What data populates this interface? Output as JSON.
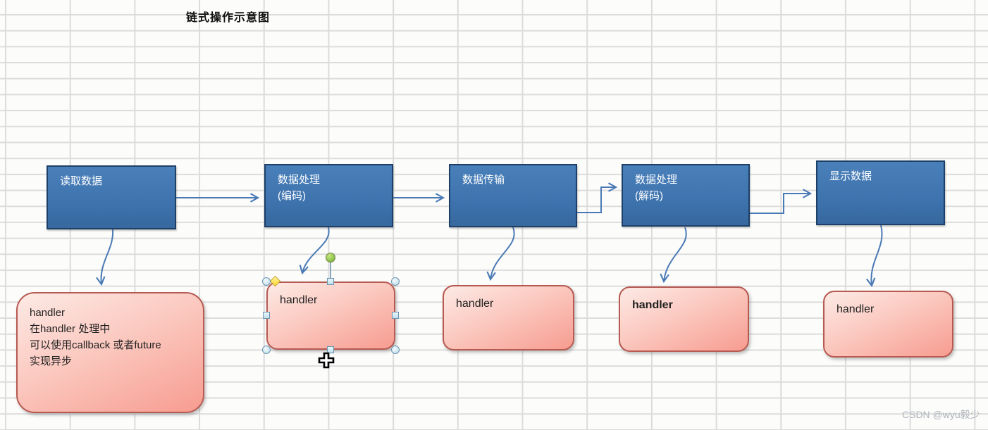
{
  "title": "链式操作示意图",
  "watermark": "CSDN @wyu毅少",
  "flow_boxes": [
    {
      "line1": "读取数据",
      "line2": ""
    },
    {
      "line1": "数据处理",
      "line2": "(编码)"
    },
    {
      "line1": "数据传输",
      "line2": ""
    },
    {
      "line1": "数据处理",
      "line2": "(解码)"
    },
    {
      "line1": "显示数据",
      "line2": ""
    }
  ],
  "handler_boxes": [
    {
      "line1": "handler",
      "line2": "在handler 处理中",
      "line3": "可以使用callback 或者future",
      "line4": "实现异步"
    },
    {
      "line1": "handler"
    },
    {
      "line1": "handler"
    },
    {
      "line1": "handler"
    },
    {
      "line1": "handler"
    }
  ],
  "colors": {
    "flow_box_fill": "#3e73ae",
    "flow_box_border": "#1d4068",
    "handler_fill_light": "#fdeae5",
    "handler_fill_dark": "#f79c90",
    "handler_border": "#b65a52",
    "connector": "#4a7ab5",
    "selection_handle_fill": "#bfe0ee",
    "rotation_handle": "#6fae31",
    "adjust_handle": "#ffd92e"
  }
}
